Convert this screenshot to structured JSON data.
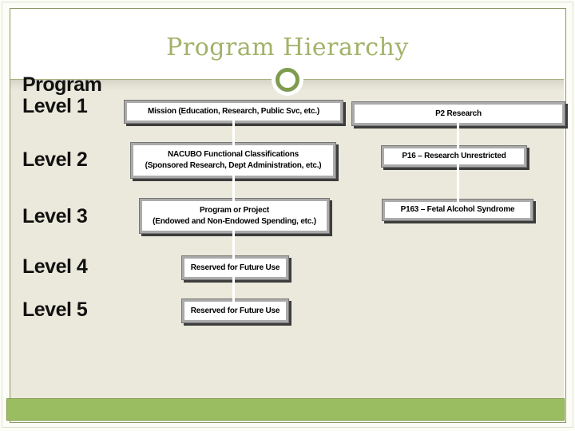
{
  "slide": {
    "title": "Program Hierarchy"
  },
  "level_labels": [
    {
      "lines": [
        "Program",
        "Level 1"
      ]
    },
    {
      "lines": [
        "Level 2"
      ]
    },
    {
      "lines": [
        "Level 3"
      ]
    },
    {
      "lines": [
        "Level 4"
      ]
    },
    {
      "lines": [
        "Level 5"
      ]
    }
  ],
  "diagram": {
    "program_column": [
      {
        "lines": [
          "Mission (Education, Research, Public Svc, etc.)"
        ]
      },
      {
        "lines": [
          "NACUBO Functional Classifications",
          "(Sponsored Research, Dept Administration, etc.)"
        ]
      },
      {
        "lines": [
          "Program or Project",
          "(Endowed and Non-Endowed Spending, etc.)"
        ]
      },
      {
        "lines": [
          "Reserved for Future Use"
        ]
      },
      {
        "lines": [
          "Reserved for Future Use"
        ]
      }
    ],
    "example_column": [
      {
        "lines": [
          "P2 Research"
        ]
      },
      {
        "lines": [
          "P16 – Research Unrestricted"
        ]
      },
      {
        "lines": [
          "P163 – Fetal Alcohol Syndrome"
        ]
      }
    ]
  },
  "colors": {
    "title": "#a2b269",
    "ring": "#7e9c4f",
    "divider": "#a9b27e",
    "frame": "#8a945f",
    "accent_bar": "#9bbd62",
    "background": "#ebe9db"
  }
}
